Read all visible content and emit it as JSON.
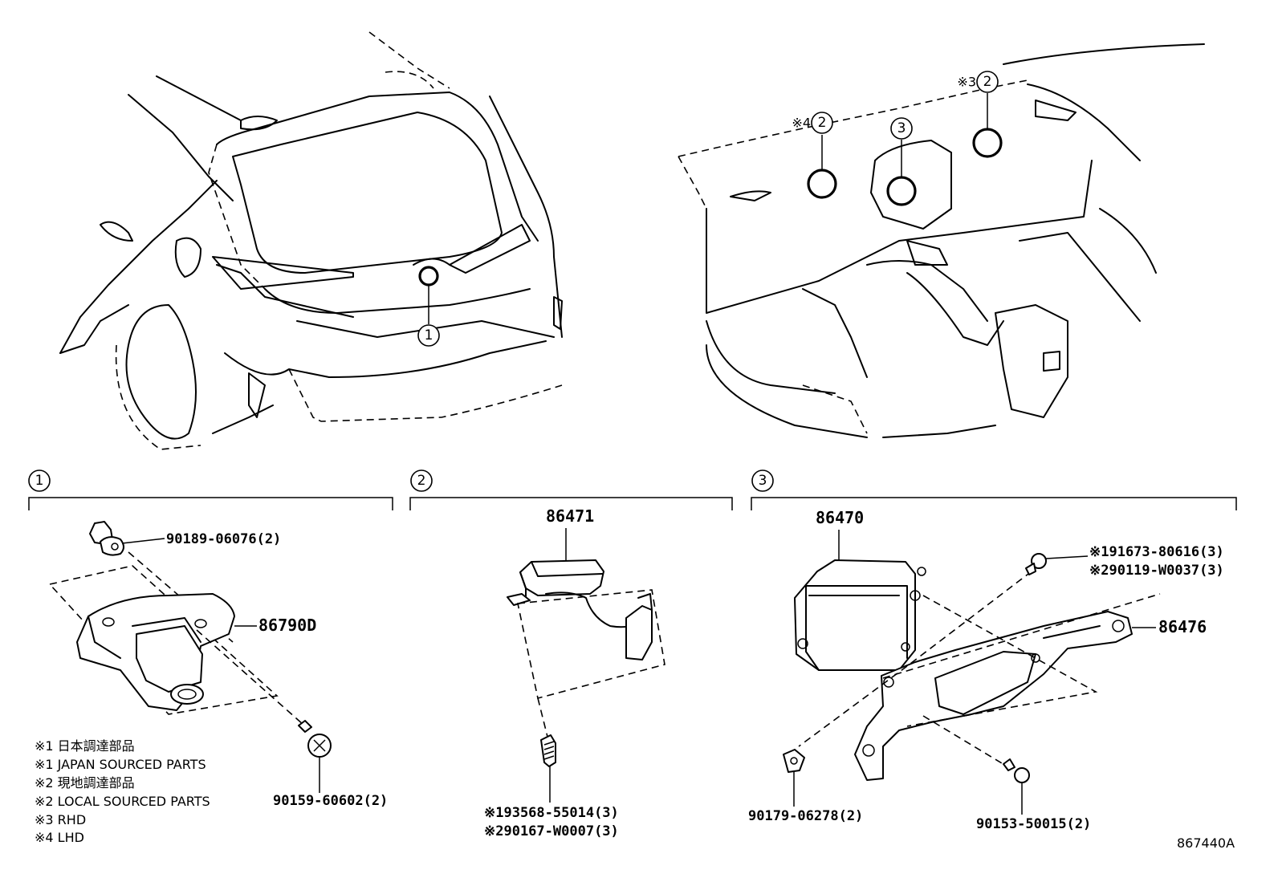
{
  "callout_ids": [
    "1",
    "2",
    "3"
  ],
  "overview": {
    "left_callout": "1",
    "right_callouts": [
      {
        "prefix": "※4",
        "id": "2"
      },
      {
        "prefix": "",
        "id": "3"
      },
      {
        "prefix": "※3",
        "id": "2"
      }
    ]
  },
  "section1": {
    "id": "1",
    "parts": {
      "clip": "90189-06076(2)",
      "camera": "86790D",
      "screw": "90159-60602(2)"
    },
    "notes": [
      "※1 日本調達部品",
      "※1 JAPAN SOURCED PARTS",
      "※2 現地調達部品",
      "※2 LOCAL SOURCED PARTS",
      "※3 RHD",
      "※4 LHD"
    ]
  },
  "section2": {
    "id": "2",
    "parts": {
      "sensor": "86471",
      "screw_a": "※193568-55014(3)",
      "screw_b": "※290167-W0007(3)"
    }
  },
  "section3": {
    "id": "3",
    "parts": {
      "ecu": "86470",
      "bolt_a": "※191673-80616(3)",
      "bolt_b": "※290119-W0037(3)",
      "bracket": "86476",
      "nut": "90179-06278(2)",
      "bolt": "90153-50015(2)"
    }
  },
  "illustration_code": "867440A"
}
